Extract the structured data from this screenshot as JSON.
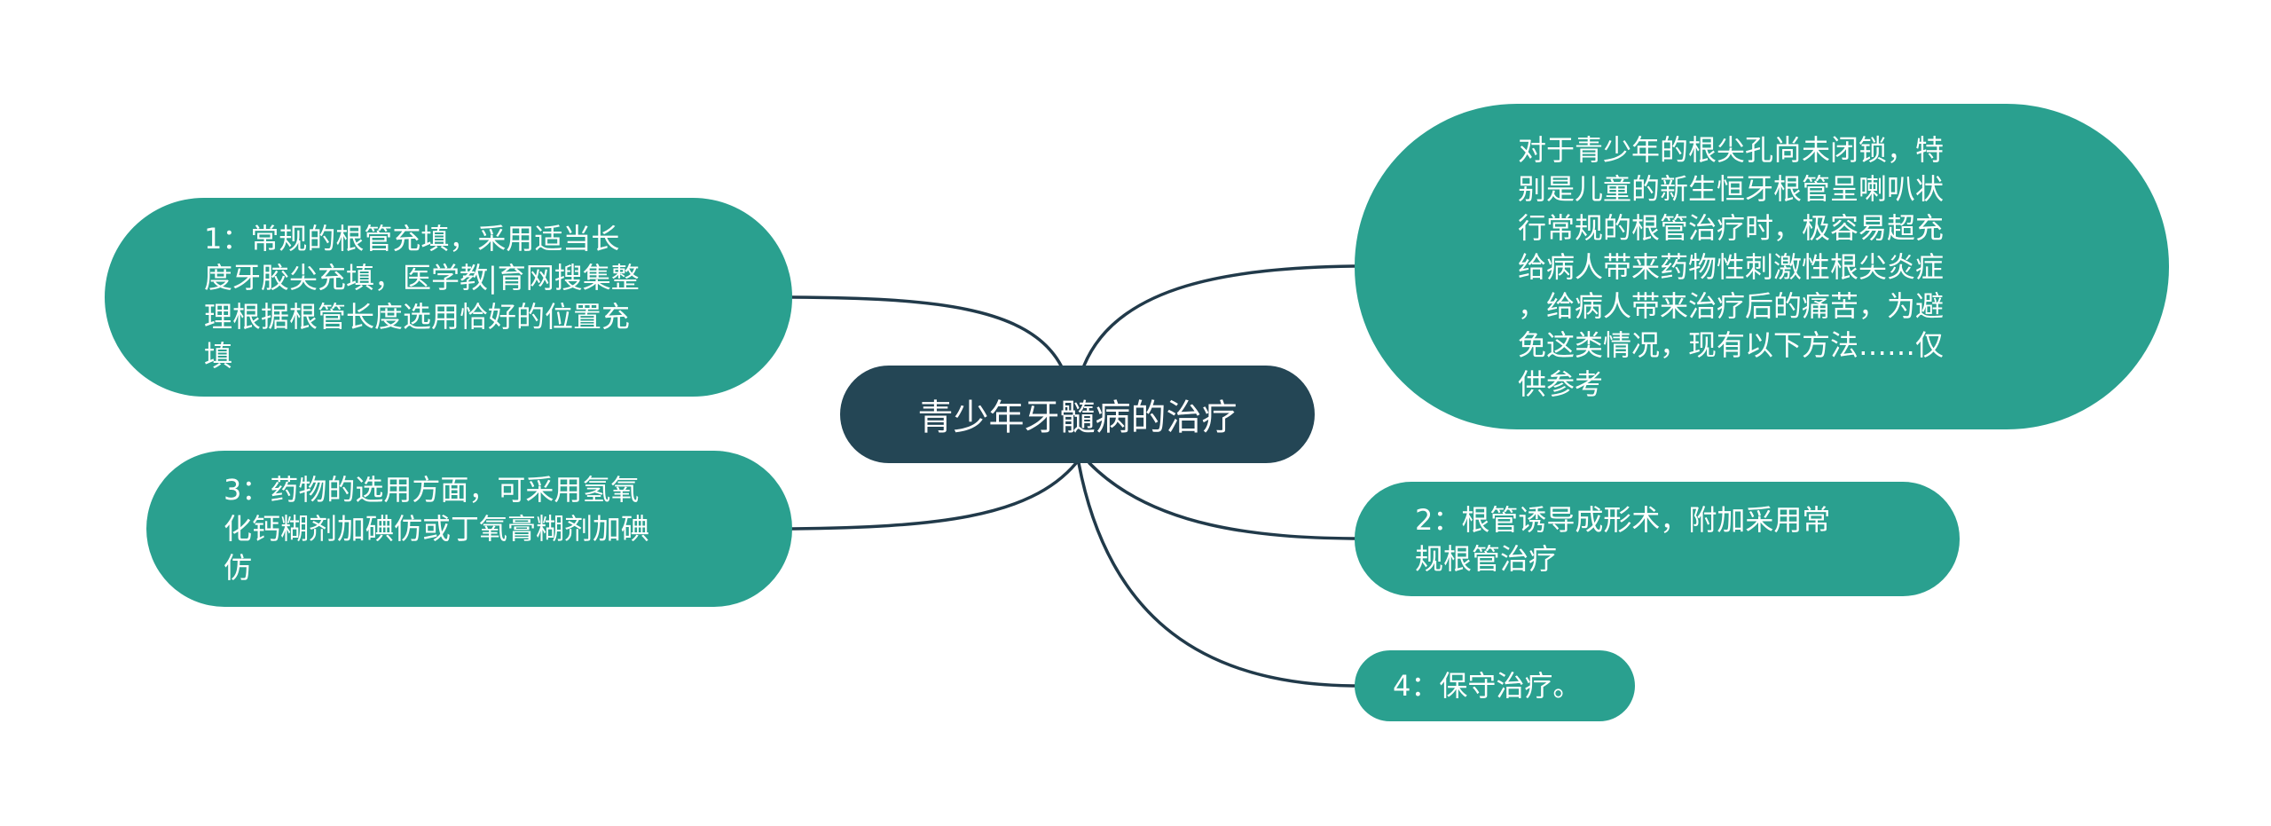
{
  "root": {
    "label": "青少年牙髓病的治疗"
  },
  "branches": {
    "step1": "1：常规的根管充填，采用适当长\n度牙胶尖充填，医学教|育网搜集整\n理根据根管长度选用恰好的位置充\n填",
    "step3": "3：药物的选用方面，可采用氢氧\n化钙糊剂加碘仿或丁氧膏糊剂加碘\n仿",
    "intro": "对于青少年的根尖孔尚未闭锁，特\n别是儿童的新生恒牙根管呈喇叭状\n行常规的根管治疗时，极容易超充\n给病人带来药物性刺激性根尖炎症\n，给病人带来治疗后的痛苦，为避\n免这类情况，现有以下方法……仅\n供参考",
    "step2": "2：根管诱导成形术，附加采用常\n规根管治疗",
    "step4": "4：保守治疗。"
  },
  "colors": {
    "root_fill": "#244655",
    "branch_fill": "#2aa08f",
    "connector": "#213a4a",
    "text": "#ffffff"
  }
}
